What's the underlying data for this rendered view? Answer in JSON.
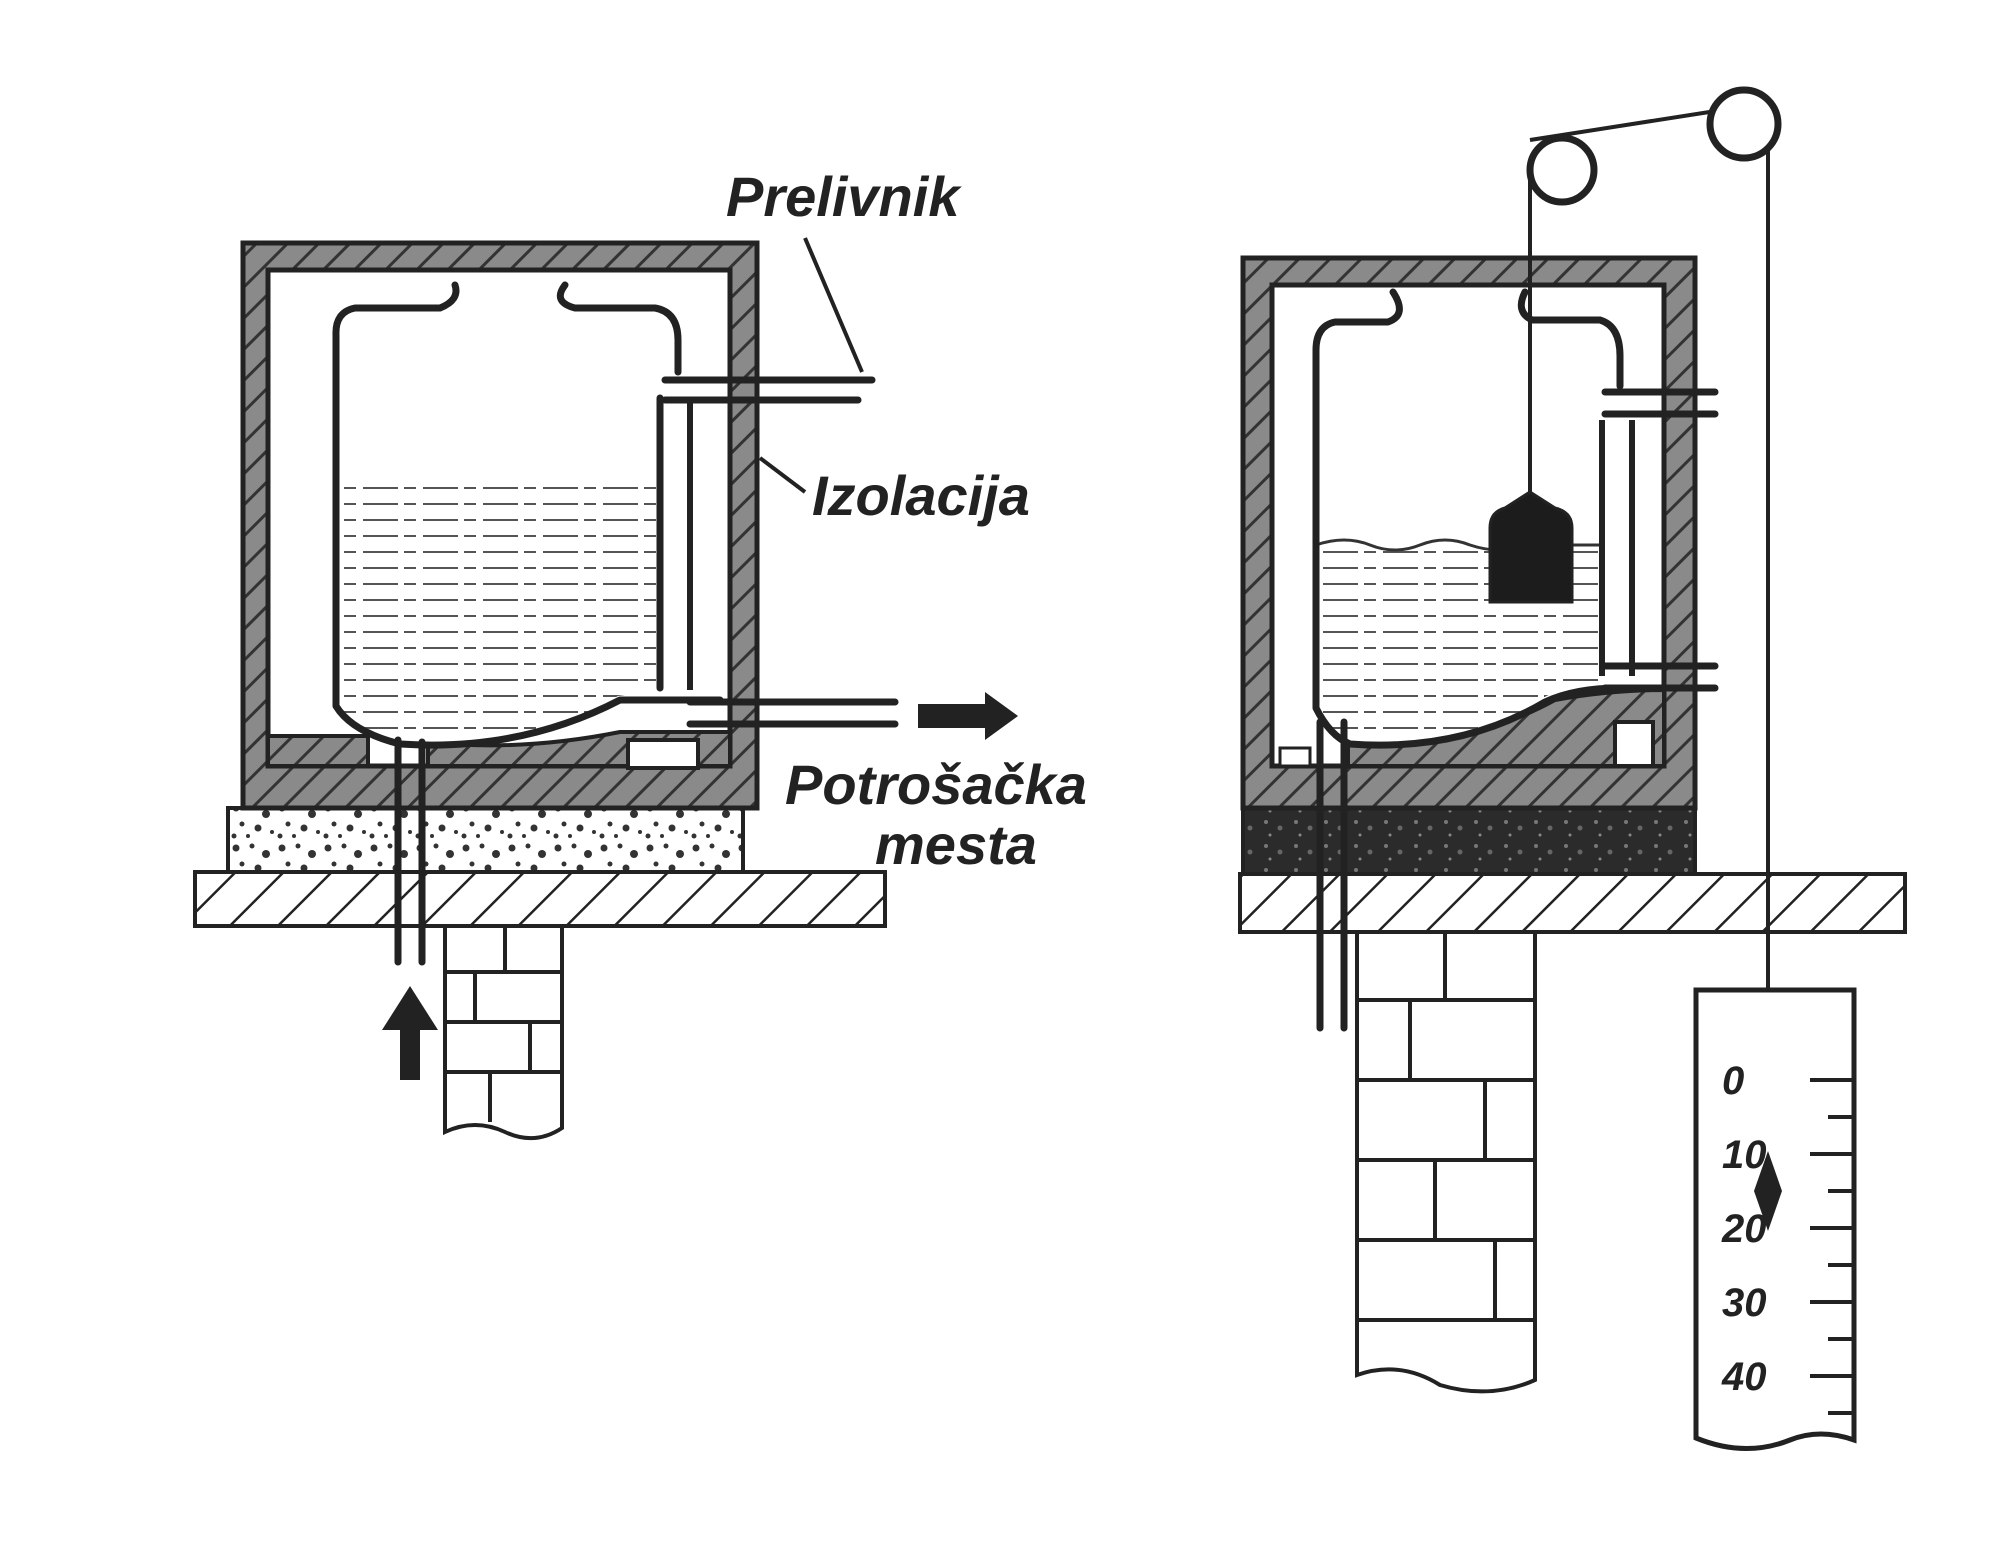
{
  "labels": {
    "overflow": "Prelivnik",
    "insulation": "Izolacija",
    "consumers_line1": "Potrošačka",
    "consumers_line2": "mesta"
  },
  "gauge": {
    "ticks": [
      "0",
      "10",
      "20",
      "30",
      "40"
    ],
    "pointer_value": 15
  },
  "colors": {
    "ink": "#222222",
    "wall_fill": "#8a8a8a",
    "paper": "#ffffff"
  }
}
